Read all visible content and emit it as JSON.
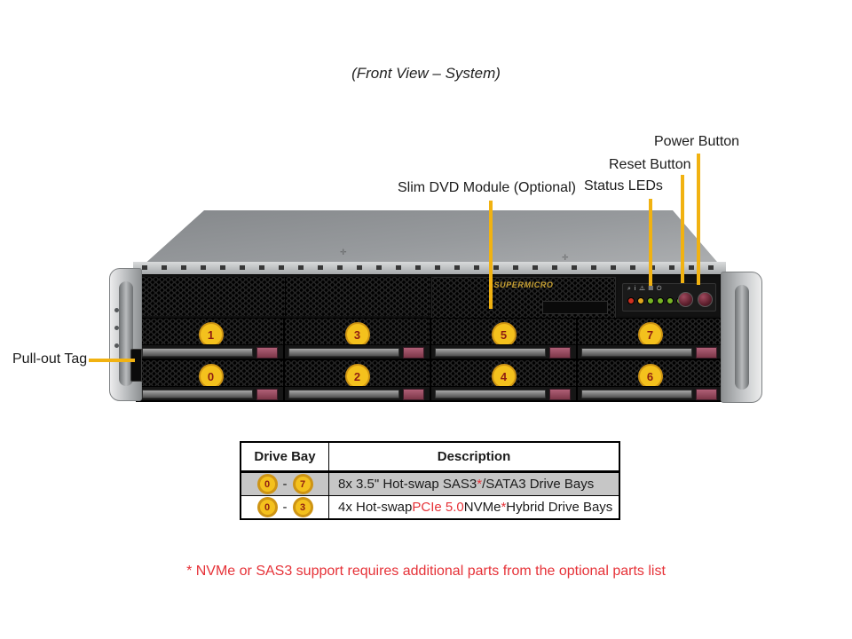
{
  "title": "(Front View – System)",
  "colors": {
    "callout": "#F1B211",
    "note_red": "#E63238",
    "badge_fill": "#F4C11D",
    "badge_ring": "#CE9414",
    "badge_text": "#8F1E12",
    "row_gray": "#C6C6C6",
    "logo_gold": "#C9A233"
  },
  "labels": {
    "power_button": "Power Button",
    "reset_button": "Reset Button",
    "status_leds": "Status LEDs",
    "dvd_module": "Slim DVD Module (Optional)",
    "pull_out_tag": "Pull-out Tag"
  },
  "server": {
    "brand": "SUPERMICRO",
    "drive_bays": {
      "rows": [
        [
          "1",
          "3",
          "5",
          "7"
        ],
        [
          "0",
          "2",
          "4",
          "6"
        ]
      ]
    },
    "control_panel": {
      "icons": "⌕ i ⚠ ▤ ⏻",
      "led_colors": [
        "#cf3020",
        "#e0a61e",
        "#76b324",
        "#76b324",
        "#76b324",
        "#76b324"
      ]
    }
  },
  "table": {
    "headers": [
      "Drive Bay",
      "Description"
    ],
    "rows": [
      {
        "bay_from": "0",
        "separator": "-",
        "bay_to": "7",
        "segments": [
          {
            "text": "8x 3.5\" Hot-swap SAS3"
          },
          {
            "text": "*"
          },
          {
            "text": "/SATA3 Drive Bays"
          }
        ]
      },
      {
        "bay_from": "0",
        "separator": "-",
        "bay_to": "3",
        "segments": [
          {
            "text": "4x Hot-swap "
          },
          {
            "text": "PCIe 5.0"
          },
          {
            "text": " NVMe"
          },
          {
            "text": "*"
          },
          {
            "text": " Hybrid Drive Bays"
          }
        ]
      }
    ]
  },
  "note": "* NVMe or SAS3 support requires additional parts from the optional parts list"
}
